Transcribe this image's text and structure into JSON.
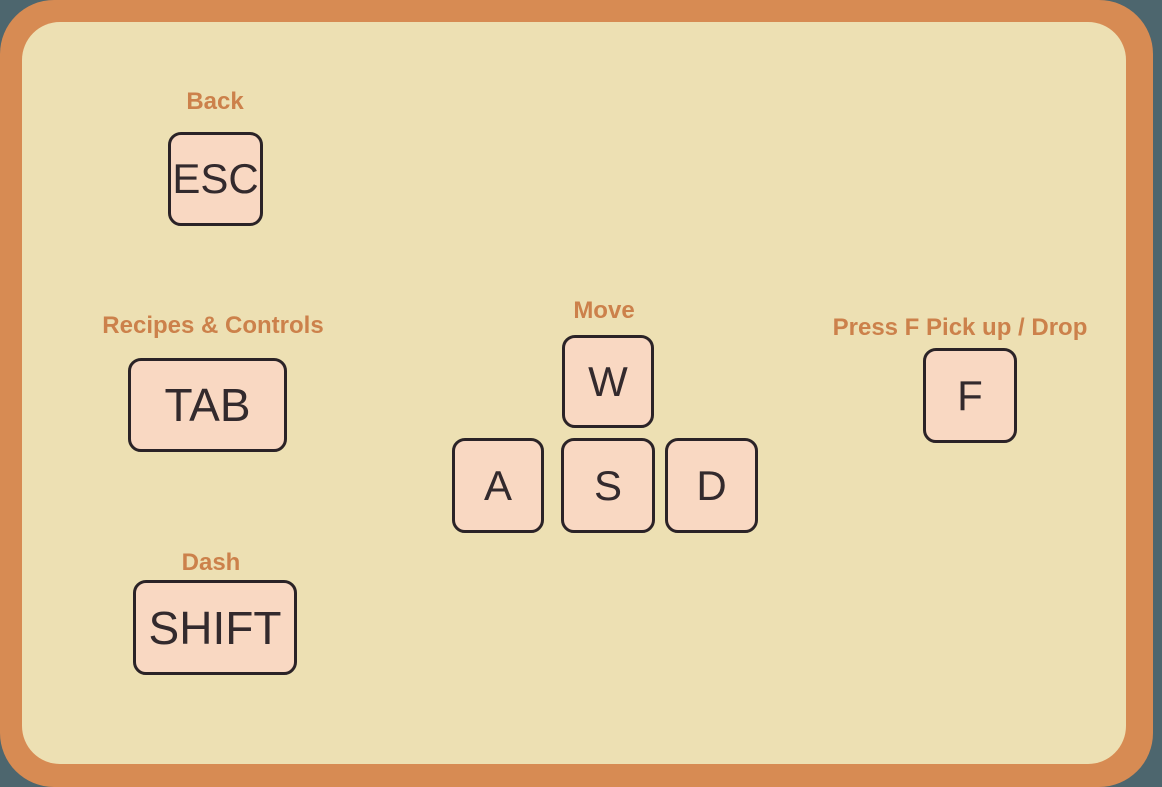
{
  "screen": {
    "name": "game-controls-help",
    "colors": {
      "background": "#4D666E",
      "frame": "#D78B53",
      "panel": "#EDE0B3",
      "key_fill": "#F9D8C2",
      "key_border": "#2B2327",
      "key_text": "#332A2D",
      "label_text": "#CC814B"
    }
  },
  "controls": {
    "back": {
      "label": "Back",
      "key": "ESC"
    },
    "recipes_controls": {
      "label": "Recipes & Controls",
      "key": "TAB"
    },
    "dash": {
      "label": "Dash",
      "key": "SHIFT"
    },
    "move": {
      "label": "Move",
      "keys": {
        "up": "W",
        "left": "A",
        "down": "S",
        "right": "D"
      }
    },
    "pickup_drop": {
      "label": "Press F Pick up / Drop",
      "key": "F"
    }
  }
}
